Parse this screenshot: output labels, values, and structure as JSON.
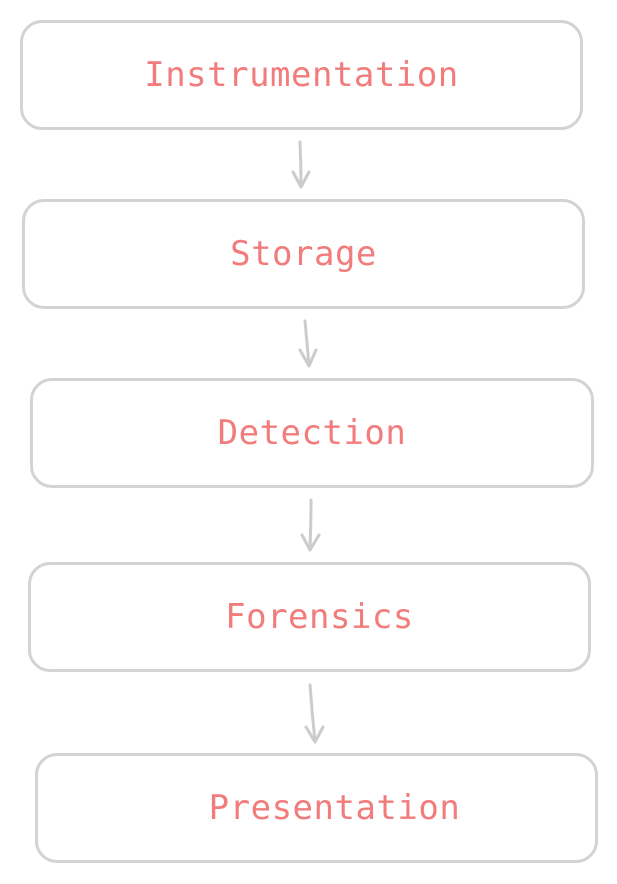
{
  "diagram": {
    "colors": {
      "text": "#f27c7c",
      "border": "#d3d3d3",
      "arrow": "#cccccc",
      "background": "#ffffff"
    },
    "steps": [
      {
        "label": "Instrumentation"
      },
      {
        "label": "Storage"
      },
      {
        "label": "Detection"
      },
      {
        "label": "Forensics"
      },
      {
        "label": "Presentation"
      }
    ]
  }
}
